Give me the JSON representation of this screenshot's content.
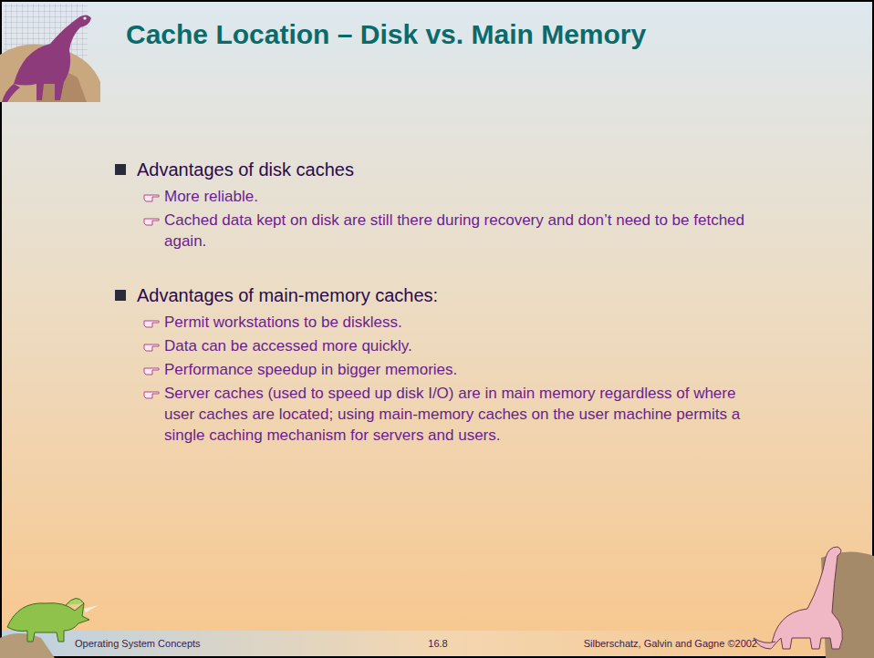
{
  "diagram": {
    "title": "Cache Location – Disk vs. Main Memory",
    "labels": [
      "Advantages of disk caches",
      "More reliable.",
      "Cached data kept on disk are still there during recovery and don’t need to be fetched again.",
      "Advantages of main-memory caches:",
      "Permit workstations to be diskless.",
      "Data can be accessed more quickly.",
      "Performance speedup in bigger memories.",
      "Server caches (used to speed up disk I/O) are in main memory regardless of where user caches are located; using main-memory caches on the user machine permits a single caching mechanism for servers and users.",
      "Operating System Concepts",
      "16.8",
      "Silberschatz, Galvin and Gagne ©2002"
    ]
  }
}
